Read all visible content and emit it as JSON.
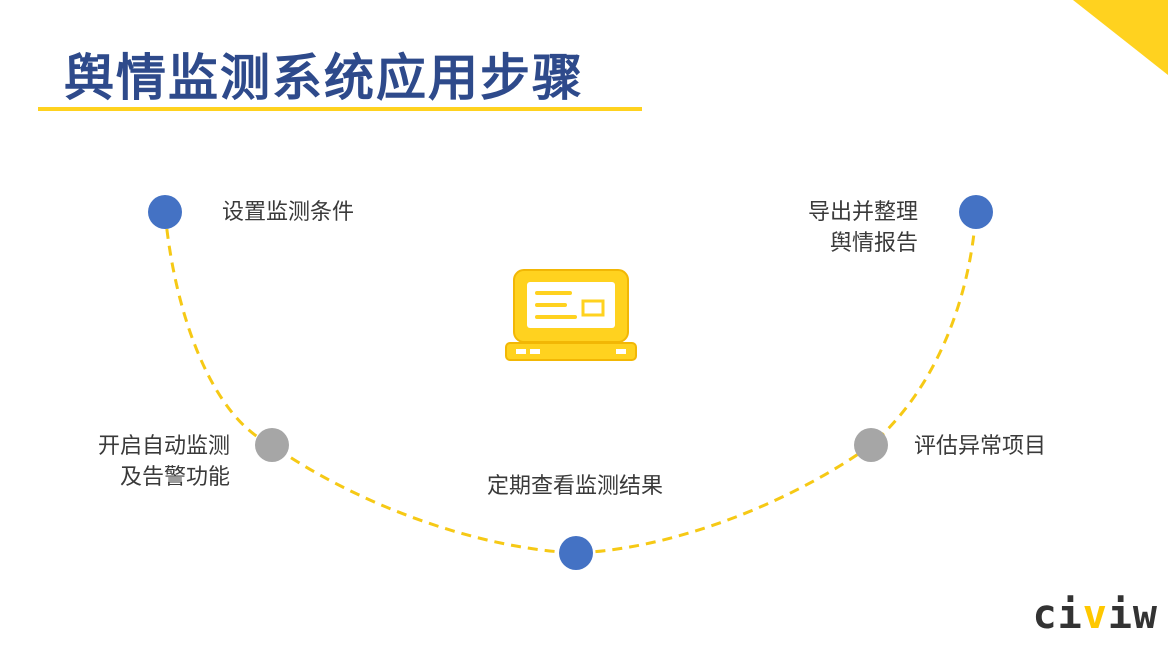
{
  "slide": {
    "title": "舆情监测系统应用步骤",
    "accent_color": "#FFD21F",
    "title_color": "#2E4A8B"
  },
  "steps": [
    {
      "label": "设置监测条件",
      "dot_color": "#4472C4"
    },
    {
      "label": "开启自动监测\n及告警功能",
      "dot_color": "#A6A6A6"
    },
    {
      "label": "定期查看监测结果",
      "dot_color": "#4472C4"
    },
    {
      "label": "评估异常项目",
      "dot_color": "#A6A6A6"
    },
    {
      "label": "导出并整理\n舆情报告",
      "dot_color": "#4472C4"
    }
  ],
  "center_icon": "laptop-icon",
  "logo": {
    "text_a": "ci",
    "text_accent": "v",
    "text_b": "iw"
  }
}
